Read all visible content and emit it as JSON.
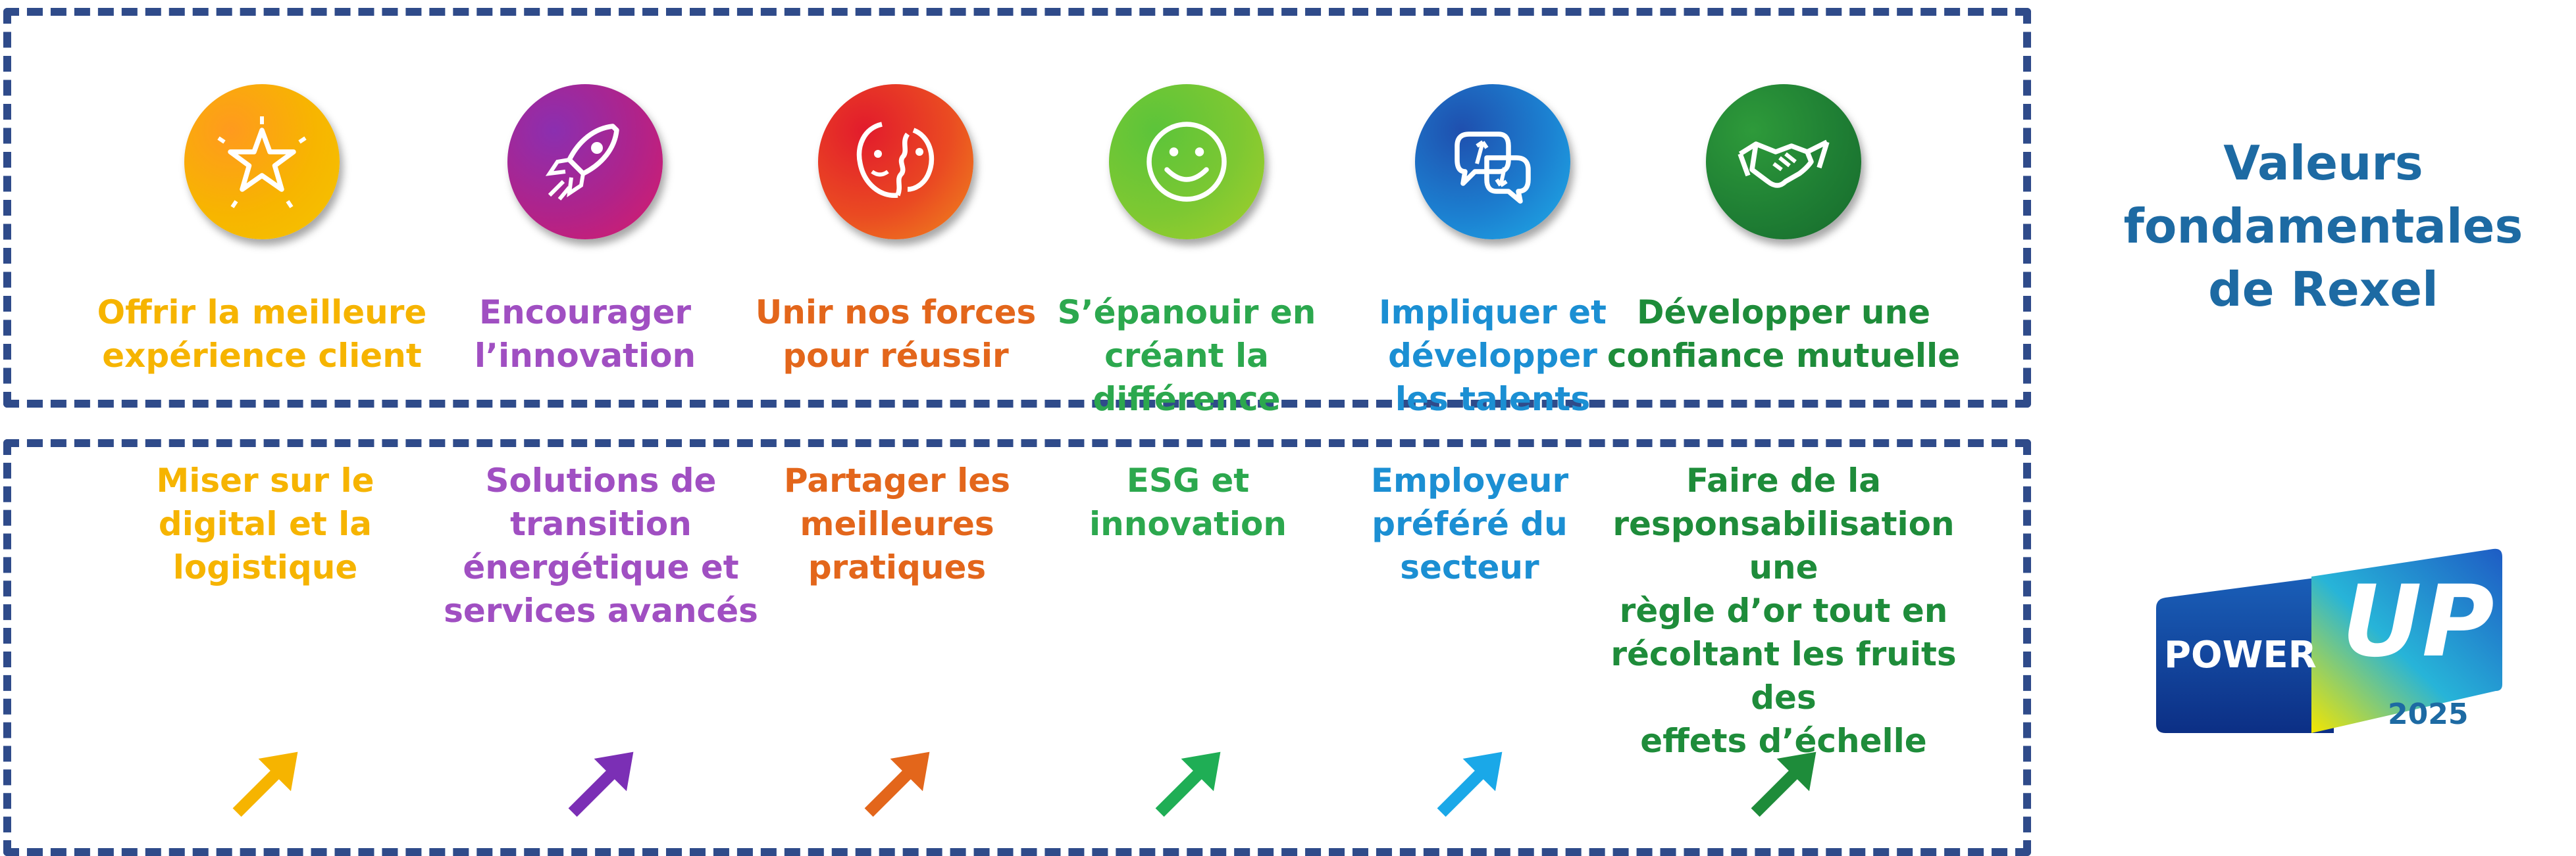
{
  "side_title": "Valeurs\nfondamentales\nde Rexel",
  "logo": {
    "word1": "POWER",
    "word2": "UP",
    "year": "2025"
  },
  "values": [
    {
      "label": "Offrir la meilleure\nexpérience client",
      "color": "#f6b400",
      "icon": "star-icon"
    },
    {
      "label": "Encourager\nl’innovation",
      "color": "#a04fc2",
      "icon": "rocket-icon"
    },
    {
      "label": "Unir nos forces\npour réussir",
      "color": "#e3661b",
      "icon": "faces-icon"
    },
    {
      "label": "S’épanouir en\ncréant la\ndifférence",
      "color": "#2ca84e",
      "icon": "smiley-icon"
    },
    {
      "label": "Impliquer et\ndévelopper\nles talents",
      "color": "#1b8fd3",
      "icon": "chat-arrows-icon"
    },
    {
      "label": "Développer une\nconfiance mutuelle",
      "color": "#1e8c3a",
      "icon": "handshake-icon"
    }
  ],
  "strategy": [
    {
      "label": "Miser sur le\ndigital et la\nlogistique",
      "color": "#f6b400",
      "arrow_color": "#f6b400"
    },
    {
      "label": "Solutions de\ntransition\nénergétique et\nservices avancés",
      "color": "#a04fc2",
      "arrow_color": "#7b2fb5"
    },
    {
      "label": "Partager les\nmeilleures\npratiques",
      "color": "#e3661b",
      "arrow_color": "#e3661b"
    },
    {
      "label": "ESG et\ninnovation",
      "color": "#2ca84e",
      "arrow_color": "#1fae55"
    },
    {
      "label": "Employeur\npréféré du\nsecteur",
      "color": "#1b8fd3",
      "arrow_color": "#1aa8e8"
    },
    {
      "label": "Faire de la\nresponsabilisation une\nrègle d’or tout en\nrécoltant les fruits des\neffets d’échelle",
      "color": "#1e8c3a",
      "arrow_color": "#1e8c3a"
    }
  ]
}
